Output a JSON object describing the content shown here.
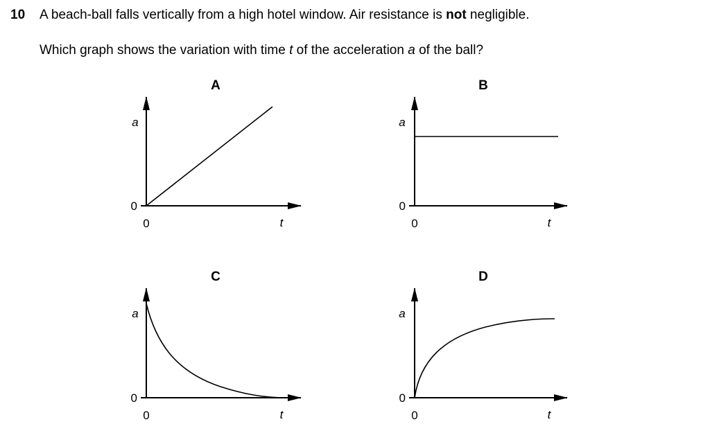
{
  "question": {
    "number": "10",
    "text_before_bold": "A beach-ball falls vertically from a high hotel window. Air resistance is ",
    "text_bold": "not",
    "text_after_bold": " negligible.",
    "prompt_1": "Which graph shows the variation with time ",
    "prompt_var_t": "t",
    "prompt_2": " of the acceleration ",
    "prompt_var_a": "a",
    "prompt_3": " of the ball?"
  },
  "graphs": [
    {
      "label": "A",
      "y_axis": "a",
      "x_axis": "t",
      "origin_y": "0",
      "origin_x": "0",
      "shape": "straight line rising from origin"
    },
    {
      "label": "B",
      "y_axis": "a",
      "x_axis": "t",
      "origin_y": "0",
      "origin_x": "0",
      "shape": "horizontal line at constant value"
    },
    {
      "label": "C",
      "y_axis": "a",
      "x_axis": "t",
      "origin_y": "0",
      "origin_x": "0",
      "shape": "decreasing curve approaching zero"
    },
    {
      "label": "D",
      "y_axis": "a",
      "x_axis": "t",
      "origin_y": "0",
      "origin_x": "0",
      "shape": "increasing curve from zero levelling off"
    }
  ]
}
